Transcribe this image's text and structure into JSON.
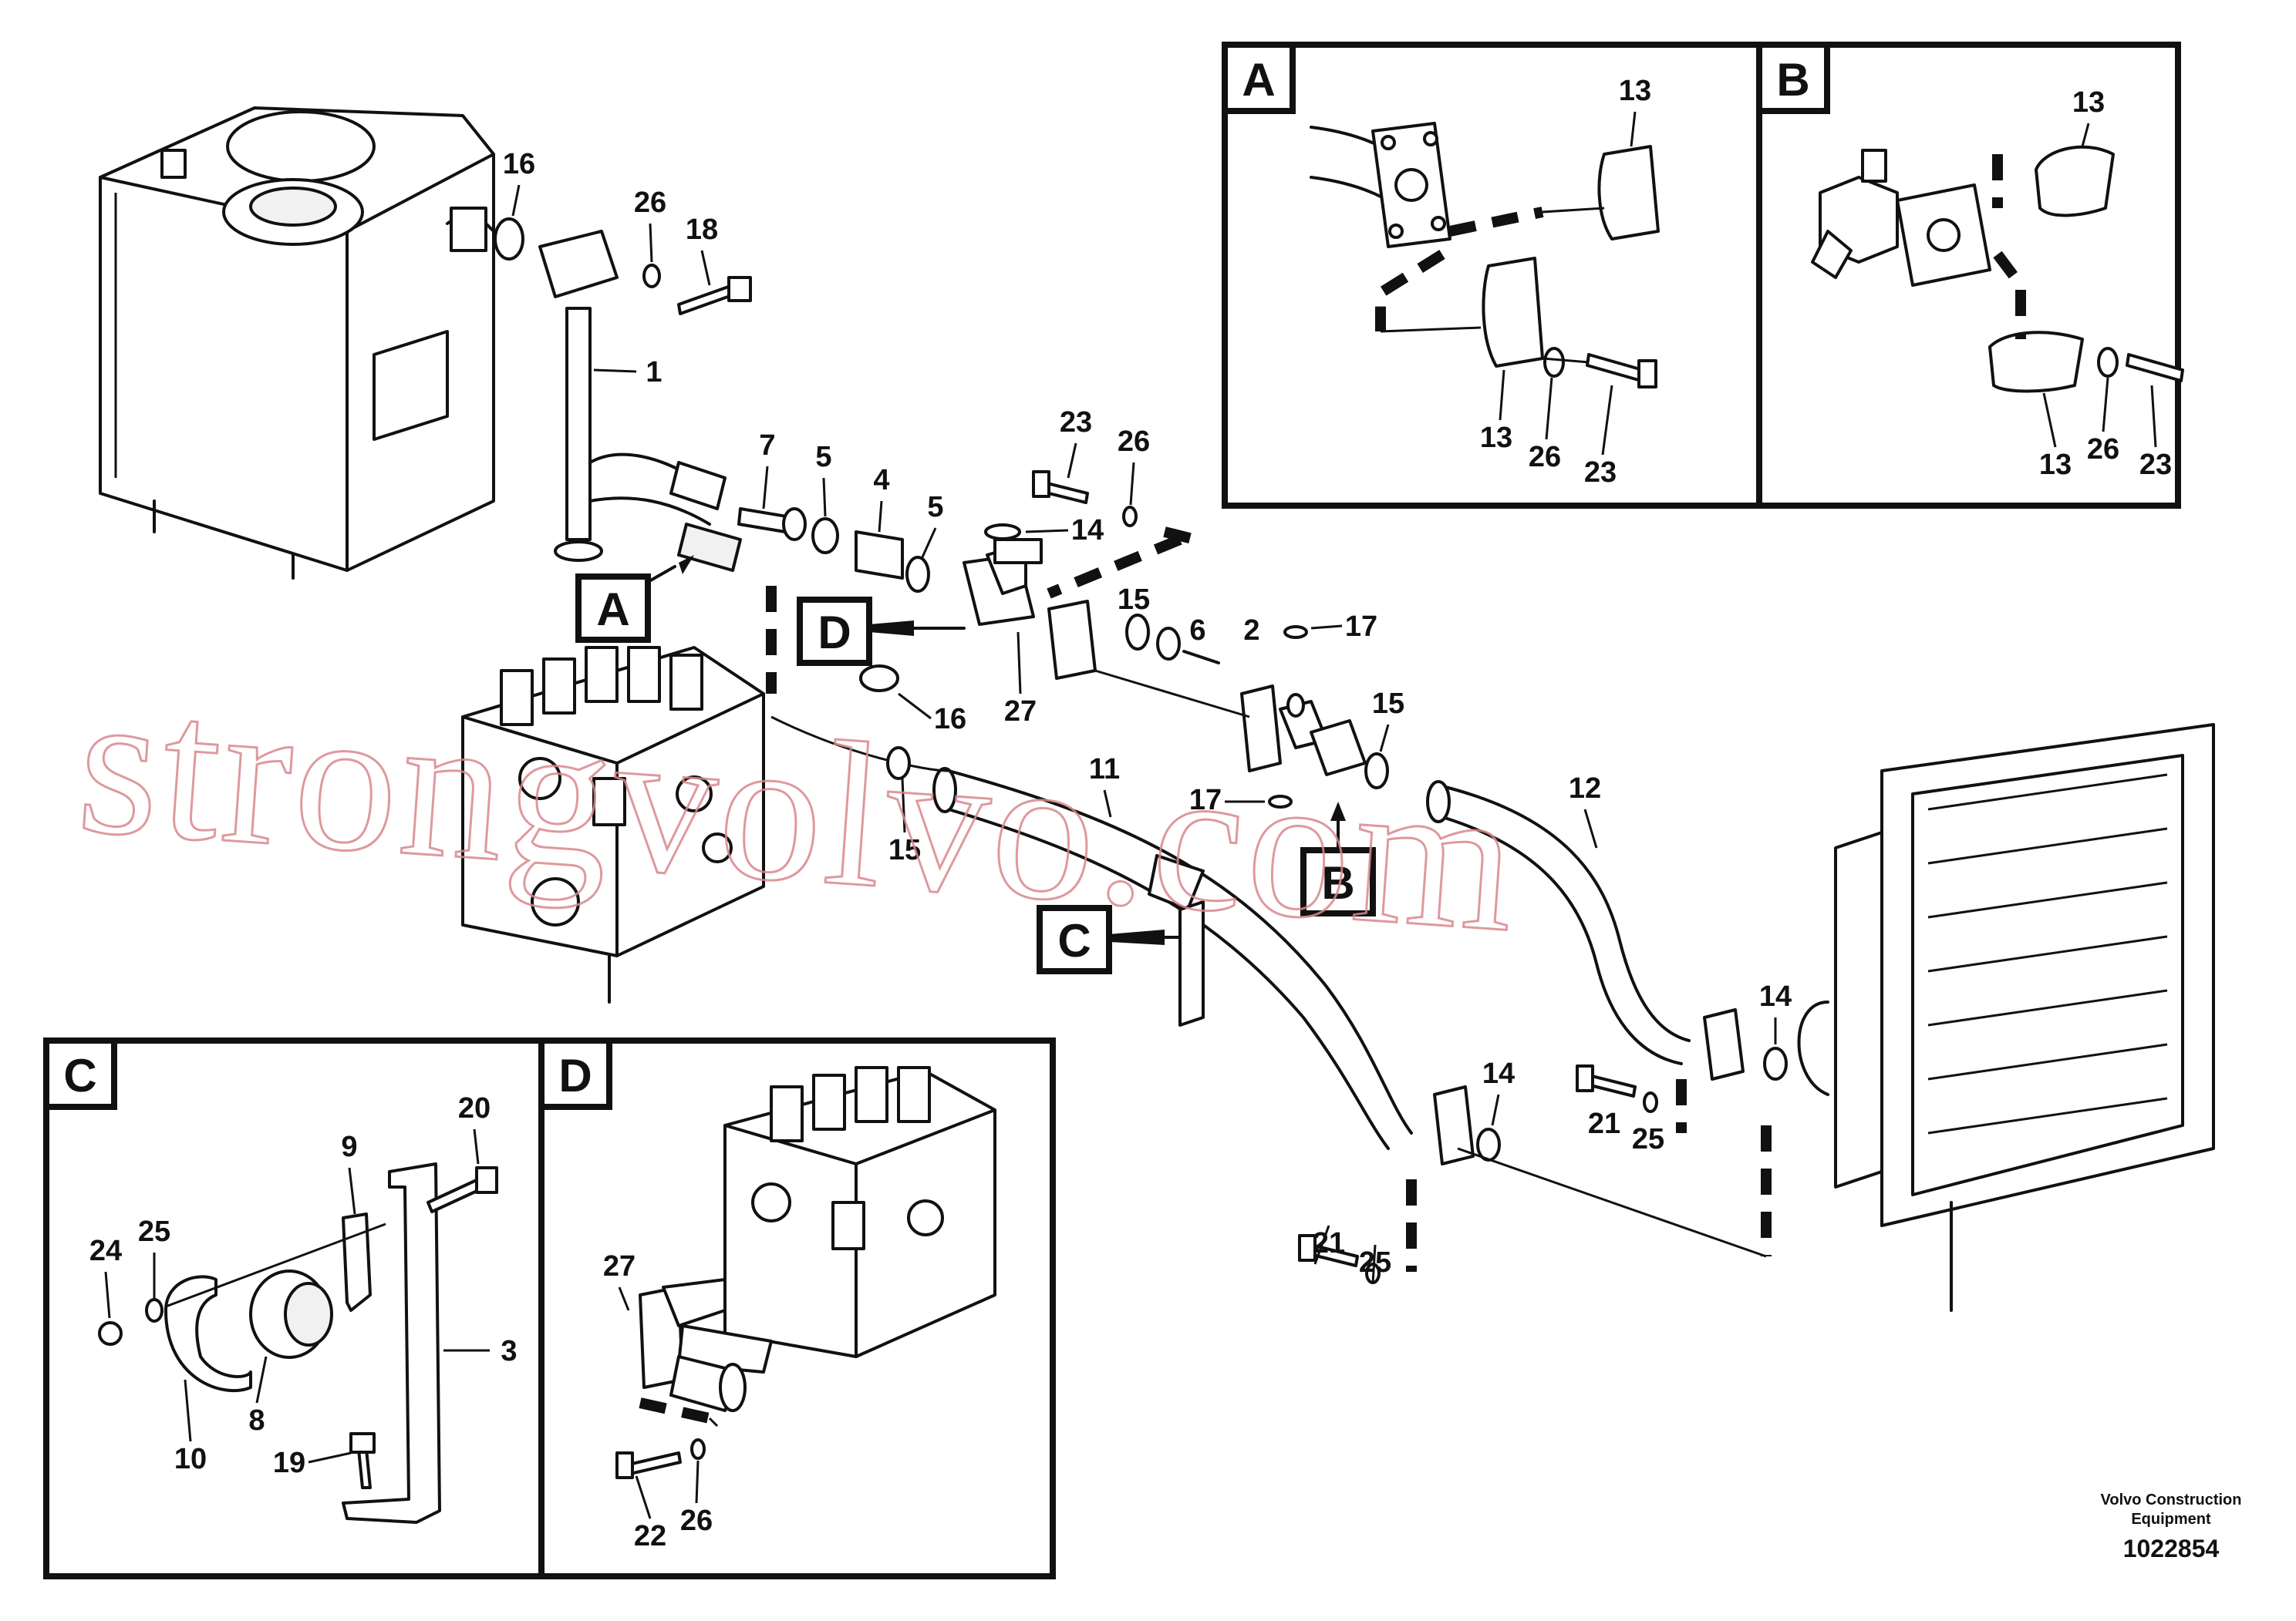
{
  "view_labels": {
    "A": "A",
    "B": "B",
    "C": "C",
    "D": "D"
  },
  "callouts": {
    "p16_tank": "16",
    "p26_top": "26",
    "p18": "18",
    "p1": "1",
    "p7": "7",
    "p5_left": "5",
    "p4": "4",
    "p5_right": "5",
    "p23_top": "23",
    "p26_right": "26",
    "p14_top": "14",
    "p15_mid": "15",
    "p6": "6",
    "p2": "2",
    "p17_top": "17",
    "p16_lower": "16",
    "p27": "27",
    "p15_right": "15",
    "p11": "11",
    "p12": "12",
    "p17_lower": "17",
    "p15_lower": "15",
    "p14_low": "14",
    "p14_right": "14",
    "p21_a": "21",
    "p25_a": "25",
    "p21_b": "21",
    "p25_b": "25"
  },
  "detail_A": {
    "p13_top": "13",
    "p13_bot": "13",
    "p26": "26",
    "p23": "23"
  },
  "detail_B": {
    "p13_top": "13",
    "p13_bot": "13",
    "p26": "26",
    "p23": "23"
  },
  "detail_C": {
    "p20": "20",
    "p9": "9",
    "p24": "24",
    "p25": "25",
    "p3": "3",
    "p8": "8",
    "p10": "10",
    "p19": "19"
  },
  "detail_D": {
    "p27": "27",
    "p22": "22",
    "p26": "26"
  },
  "footer": {
    "maker_line1": "Volvo Construction",
    "maker_line2": "Equipment",
    "doc_number": "1022854"
  },
  "watermark": "strongvolvo.com",
  "colors": {
    "ink": "#111111",
    "watermark": "#d9888c",
    "background": "#ffffff"
  }
}
